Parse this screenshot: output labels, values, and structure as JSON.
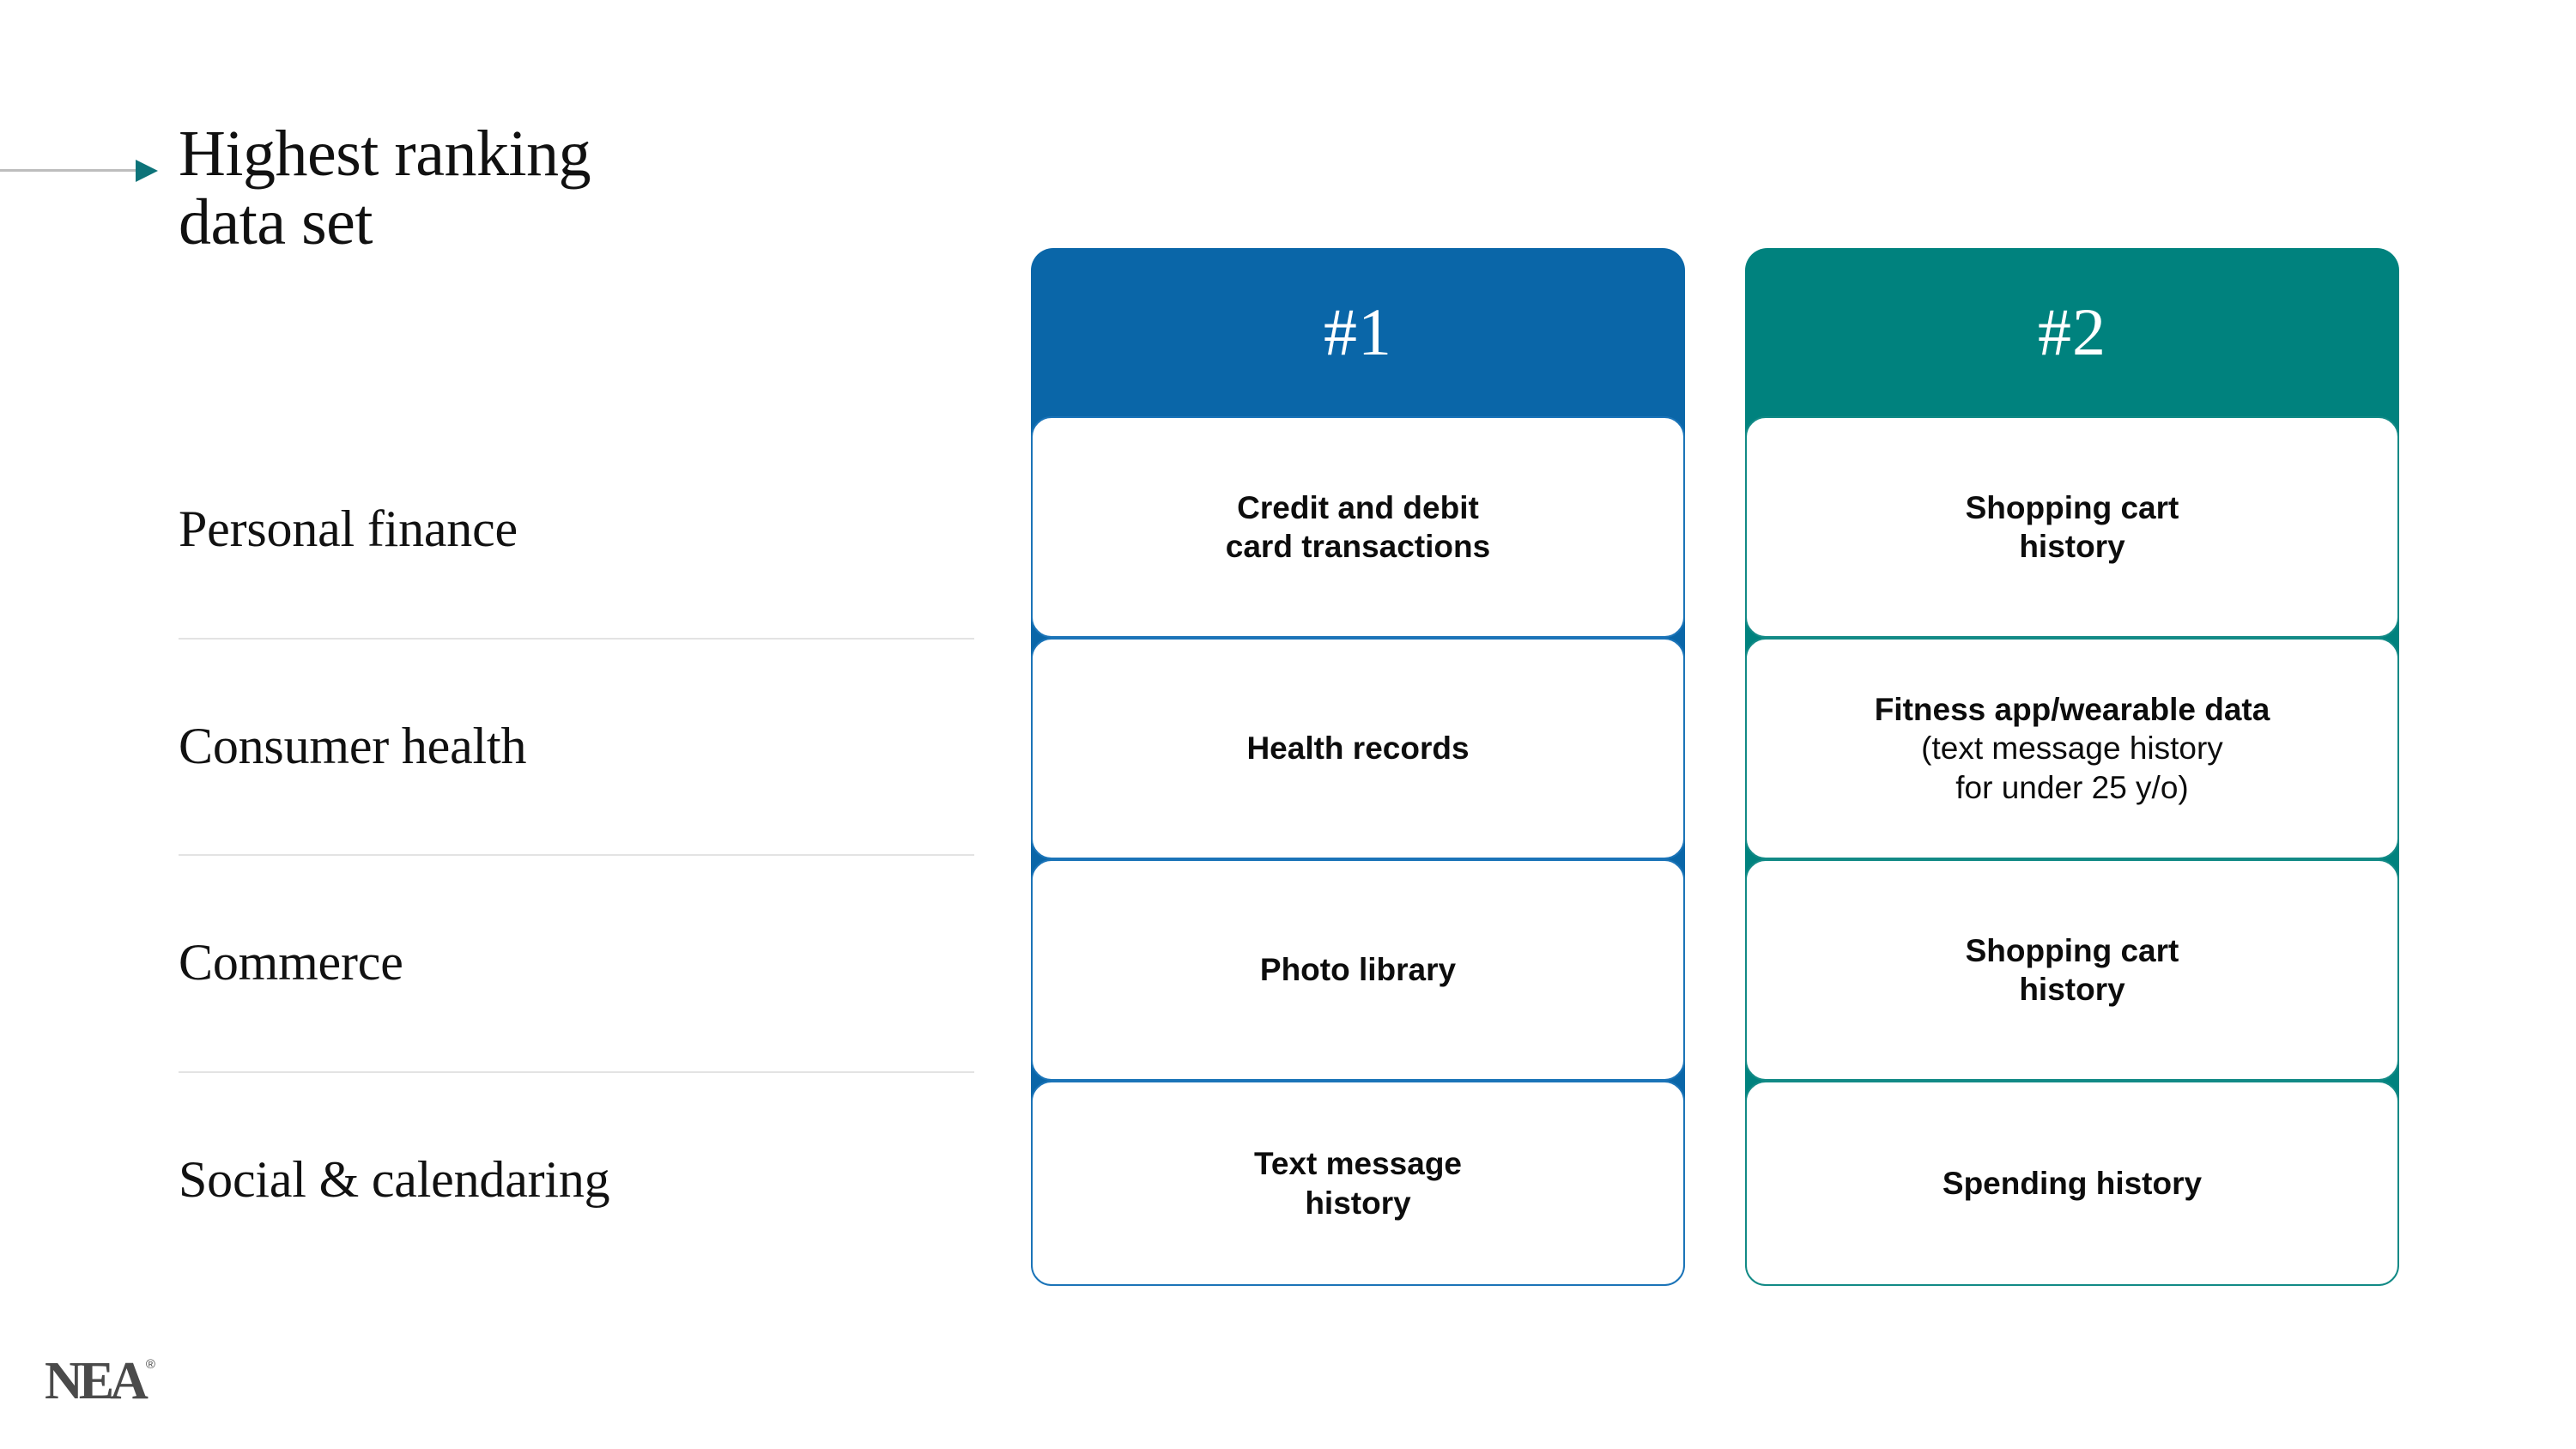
{
  "slide": {
    "title": "Highest ranking\ndata set",
    "logo": {
      "word": "NEA",
      "registered": "®"
    }
  },
  "categories": [
    {
      "label": "Personal finance"
    },
    {
      "label": "Consumer health"
    },
    {
      "label": "Commerce"
    },
    {
      "label": "Social & calendaring"
    }
  ],
  "colors": {
    "rank_one": "#0a66a8",
    "rank_two": "#00827e",
    "rank_one_border": "#1b74b8",
    "rank_two_border": "#128a86",
    "arrow_head": "#0d7379",
    "arrow_line": "#bdbdbd",
    "divider": "#e3e3e3",
    "text": "#111111",
    "logo": "#4a4a4a"
  },
  "columns": [
    {
      "rank_label": "#1",
      "cards": [
        {
          "title": "Credit and debit\ncard transactions",
          "sub": ""
        },
        {
          "title": "Health records",
          "sub": ""
        },
        {
          "title": "Photo library",
          "sub": ""
        },
        {
          "title": "Text message\nhistory",
          "sub": ""
        }
      ]
    },
    {
      "rank_label": "#2",
      "cards": [
        {
          "title": "Shopping cart\nhistory",
          "sub": ""
        },
        {
          "title": "Fitness app/wearable data",
          "sub": "(text message history\nfor under 25 y/o)"
        },
        {
          "title": "Shopping cart\nhistory",
          "sub": ""
        },
        {
          "title": "Spending history",
          "sub": ""
        }
      ]
    }
  ]
}
